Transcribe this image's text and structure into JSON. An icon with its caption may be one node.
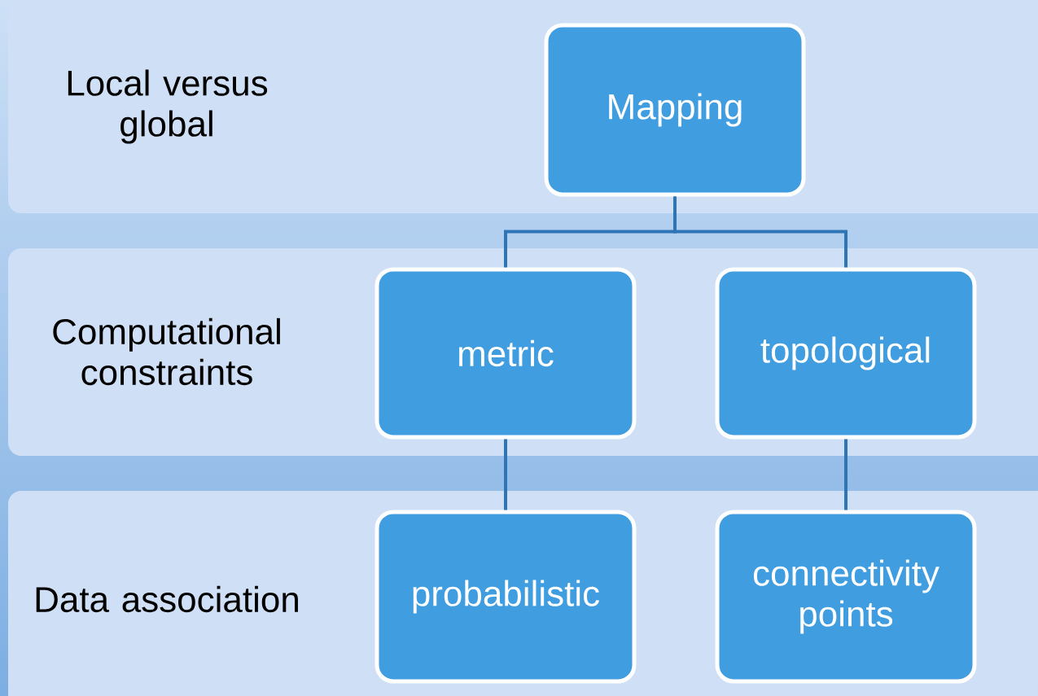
{
  "diagram": {
    "nodes": [
      {
        "text": [
          "Local versus global"
        ]
      },
      {
        "text": [
          "Mapping"
        ],
        "in": 0
      },
      {
        "text": [
          "Computational constraints"
        ]
      },
      {
        "text": [
          "metric"
        ],
        "in": 2
      },
      {
        "text": [
          "topological"
        ],
        "in": 2
      },
      {
        "text": [
          "Data association"
        ]
      },
      {
        "text": [
          "probabilistic"
        ],
        "in": 5
      },
      {
        "text": [
          "connectivity points"
        ],
        "in": 5
      }
    ],
    "edges": [
      {
        "from": 1,
        "to": 3,
        "arrow": "none"
      },
      {
        "from": 1,
        "to": 4,
        "arrow": "none"
      },
      {
        "from": 3,
        "to": 6,
        "arrow": "none"
      },
      {
        "from": 4,
        "to": 7,
        "arrow": "none"
      }
    ]
  }
}
